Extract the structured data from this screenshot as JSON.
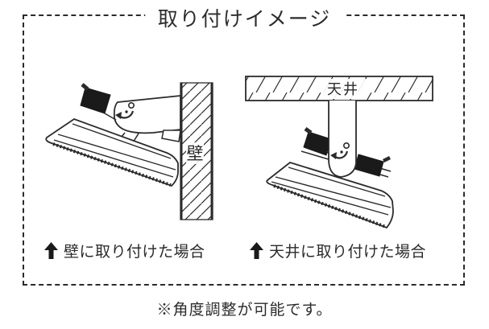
{
  "title": "取り付けイメージ",
  "note": "※角度調整が可能です。",
  "wall_diagram": {
    "label": "壁",
    "caption": "壁に取り付けた場合"
  },
  "ceiling_diagram": {
    "label": "天井",
    "caption": "天井に取り付けた場合"
  },
  "colors": {
    "line": "#2b2b2b",
    "background": "#ffffff",
    "clamp_fill": "#1a1a1a"
  },
  "icons": {
    "caption_arrow": "solid-up-arrow",
    "rotation": "curved-rotation-arrow"
  }
}
